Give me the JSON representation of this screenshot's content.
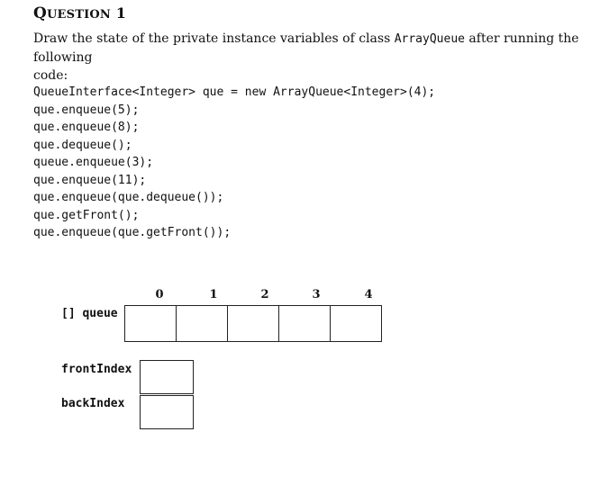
{
  "question": {
    "title_prefix": "Q",
    "title_rest": "UESTION",
    "title_number": "1",
    "prompt_before": "Draw the state of the private instance variables of class ",
    "prompt_class": "ArrayQueue",
    "prompt_after": " after running the following",
    "prompt_line2": "code:"
  },
  "code_lines": [
    "QueueInterface<Integer> que = new ArrayQueue<Integer>(4);",
    "que.enqueue(5);",
    "que.enqueue(8);",
    "que.dequeue();",
    "queue.enqueue(3);",
    "que.enqueue(11);",
    "que.enqueue(que.dequeue());",
    "que.getFront();",
    "que.enqueue(que.getFront());"
  ],
  "diagram": {
    "indices": [
      "0",
      "1",
      "2",
      "3",
      "4"
    ],
    "array_label": "[] queue",
    "front_label": "frontIndex",
    "back_label": "backIndex"
  }
}
